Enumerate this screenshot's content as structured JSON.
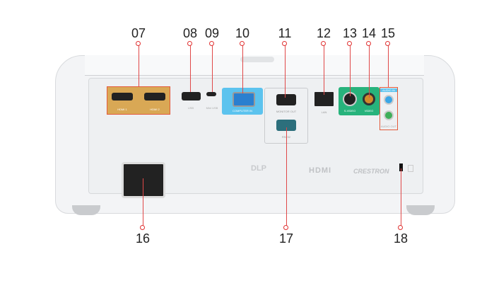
{
  "callouts_top": [
    "07",
    "08",
    "09",
    "10",
    "11",
    "12",
    "13",
    "14",
    "15"
  ],
  "callouts_bottom": [
    "16",
    "17",
    "18"
  ],
  "ports": {
    "hdmi1": "HDMI 1",
    "hdmi2": "HDMI 2",
    "usb": "USB",
    "mini_usb": "Mini USB",
    "computer_in": "COMPUTER IN",
    "monitor_out": "MONITOR OUT",
    "rs232": "RS232",
    "lan": "LAN",
    "svideo": "S-VIDEO",
    "video": "VIDEO",
    "audio_in": "AUDIO IN",
    "audio_out": "AUDIO OUT"
  },
  "logos": {
    "dlp": "DLP",
    "hdmi": "HDMI",
    "crestron": "CRESTRON"
  },
  "colors": {
    "hdmi_panel": "#d9a855",
    "vga_panel": "#5cc3ee",
    "video_panel": "#27b37c",
    "callout": "#e03030"
  }
}
